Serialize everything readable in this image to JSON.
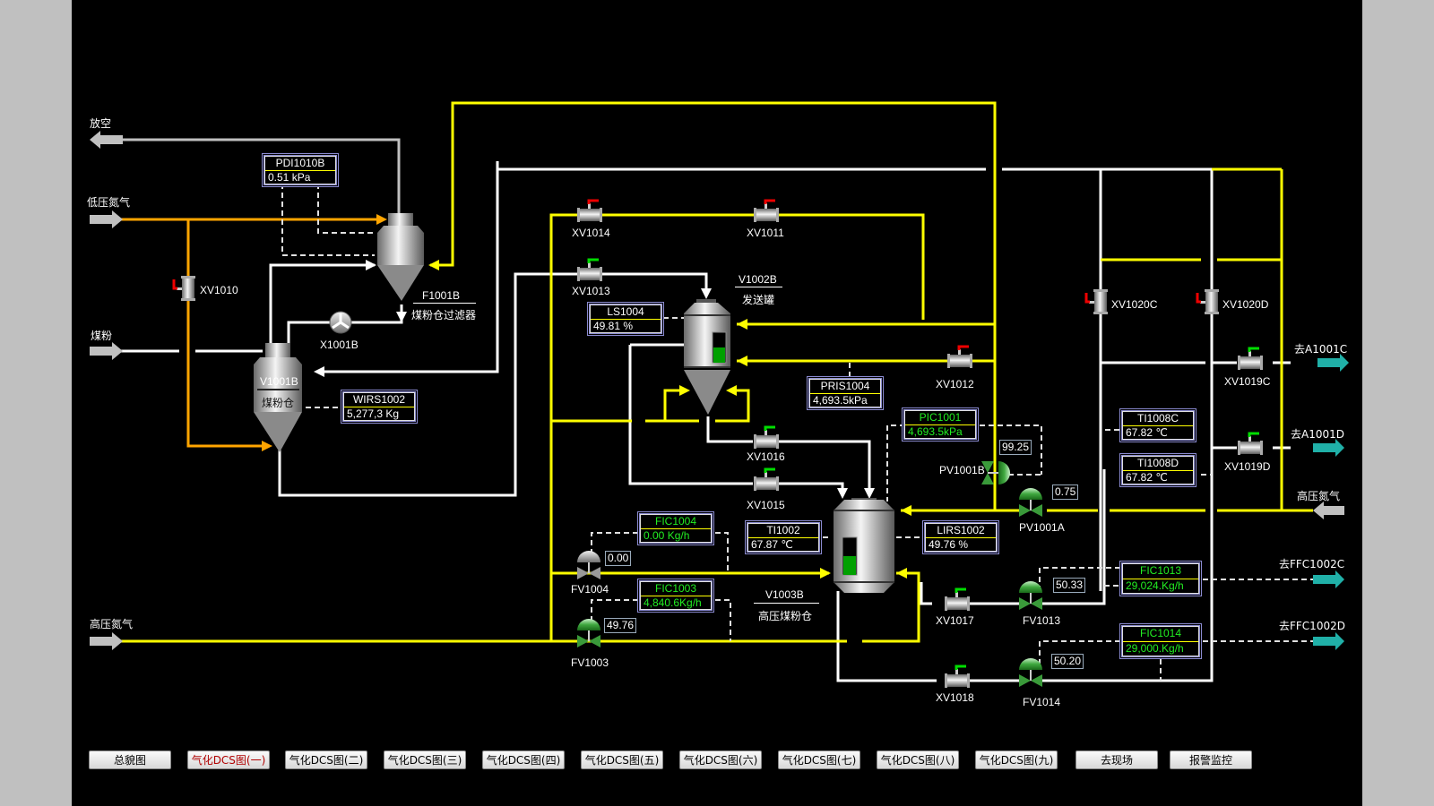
{
  "colors": {
    "background": "#000000",
    "nitrogen_line": "#ffff00",
    "low_pressure_line": "#ffa500",
    "process_line": "#ffffff",
    "vent_line": "#c0c0c0",
    "outlet_arrow": "#20b0a8",
    "valve_open_handle": "#00dd00",
    "valve_closed_handle": "#ee0000",
    "tag_value_auto": "#22ee22",
    "active_button_text": "#b00000"
  },
  "streams": {
    "vent": "放空",
    "low_n2": "低压氮气",
    "coal_powder": "煤粉",
    "hp_n2_in_left": "高压氮气",
    "hp_n2_in_right": "高压氮气",
    "to_a1001c": "去A1001C",
    "to_a1001d": "去A1001D",
    "to_ffc1002c": "去FFC1002C",
    "to_ffc1002d": "去FFC1002D"
  },
  "equipment": {
    "f1001b": {
      "tag": "F1001B",
      "name": "煤粉仓过滤器"
    },
    "v1001b": {
      "tag": "V1001B",
      "name": "煤粉仓"
    },
    "v1002b": {
      "tag": "V1002B",
      "name": "发送罐",
      "level_fraction": 0.5
    },
    "v1003b": {
      "tag": "V1003B",
      "name": "高压煤粉仓",
      "level_fraction": 0.5
    },
    "x1001b": {
      "tag": "X1001B"
    }
  },
  "valves": {
    "xv1010": {
      "tag": "XV1010",
      "state": "closed"
    },
    "xv1011": {
      "tag": "XV1011",
      "state": "closed"
    },
    "xv1012": {
      "tag": "XV1012",
      "state": "closed"
    },
    "xv1013": {
      "tag": "XV1013",
      "state": "open"
    },
    "xv1014": {
      "tag": "XV1014",
      "state": "closed"
    },
    "xv1015": {
      "tag": "XV1015",
      "state": "open"
    },
    "xv1016": {
      "tag": "XV1016",
      "state": "open"
    },
    "xv1017": {
      "tag": "XV1017",
      "state": "open"
    },
    "xv1018": {
      "tag": "XV1018",
      "state": "open"
    },
    "xv1019c": {
      "tag": "XV1019C",
      "state": "open"
    },
    "xv1019d": {
      "tag": "XV1019D",
      "state": "open"
    },
    "xv1020c": {
      "tag": "XV1020C",
      "state": "closed"
    },
    "xv1020d": {
      "tag": "XV1020D",
      "state": "closed"
    },
    "fv1003": {
      "tag": "FV1003",
      "output": "49.76"
    },
    "fv1004": {
      "tag": "FV1004",
      "output": "0.00"
    },
    "fv1013": {
      "tag": "FV1013",
      "output": "50.33"
    },
    "fv1014": {
      "tag": "FV1014",
      "output": "50.20"
    },
    "pv1001a": {
      "tag": "PV1001A",
      "output": "0.75"
    },
    "pv1001b": {
      "tag": "PV1001B",
      "output": "99.25"
    }
  },
  "instruments": {
    "pdi1010b": {
      "tag": "PDI1010B",
      "value": "0.51   kPa"
    },
    "wirs1002": {
      "tag": "WIRS1002",
      "value": "5,277,3 Kg"
    },
    "ls1004": {
      "tag": "LS1004",
      "value": "49.81    %"
    },
    "pris1004": {
      "tag": "PRIS1004",
      "value": "4,693.5kPa"
    },
    "pic1001": {
      "tag": "PIC1001",
      "value": "4,693.5kPa"
    },
    "ti1002": {
      "tag": "TI1002",
      "value": "67.87   ℃"
    },
    "lirs1002": {
      "tag": "LIRS1002",
      "value": "49.76    %"
    },
    "fic1004": {
      "tag": "FIC1004",
      "value": "0.00  Kg/h"
    },
    "fic1003": {
      "tag": "FIC1003",
      "value": "4,840.6Kg/h"
    },
    "ti1008c": {
      "tag": "TI1008C",
      "value": "67.82   ℃"
    },
    "ti1008d": {
      "tag": "TI1008D",
      "value": "67.82   ℃"
    },
    "fic1013": {
      "tag": "FIC1013",
      "value": "29,024.Kg/h"
    },
    "fic1014": {
      "tag": "FIC1014",
      "value": "29,000.Kg/h"
    }
  },
  "nav": {
    "buttons": [
      {
        "label": "总貌图",
        "active": false
      },
      {
        "label": "气化DCS图(一)",
        "active": true
      },
      {
        "label": "气化DCS图(二)",
        "active": false
      },
      {
        "label": "气化DCS图(三)",
        "active": false
      },
      {
        "label": "气化DCS图(四)",
        "active": false
      },
      {
        "label": "气化DCS图(五)",
        "active": false
      },
      {
        "label": "气化DCS图(六)",
        "active": false
      },
      {
        "label": "气化DCS图(七)",
        "active": false
      },
      {
        "label": "气化DCS图(八)",
        "active": false
      },
      {
        "label": "气化DCS图(九)",
        "active": false
      },
      {
        "label": "去现场",
        "active": false
      },
      {
        "label": "报警监控",
        "active": false
      }
    ]
  }
}
